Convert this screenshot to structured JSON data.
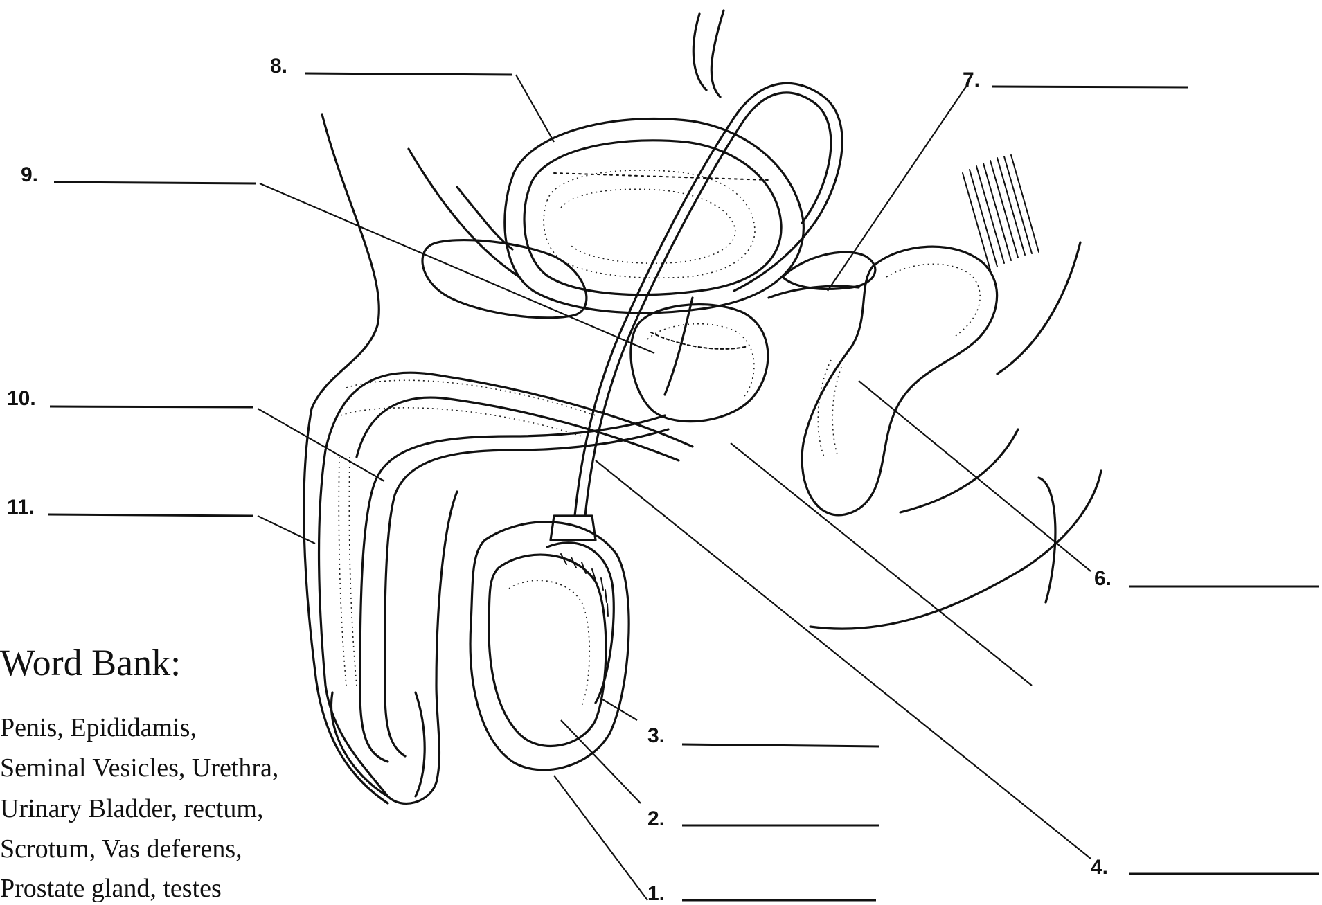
{
  "labels": [
    {
      "number": "1.",
      "answer": ""
    },
    {
      "number": "2.",
      "answer": ""
    },
    {
      "number": "3.",
      "answer": ""
    },
    {
      "number": "4.",
      "answer": ""
    },
    {
      "number": "6.",
      "answer": ""
    },
    {
      "number": "7.",
      "answer": ""
    },
    {
      "number": "8.",
      "answer": ""
    },
    {
      "number": "9.",
      "answer": ""
    },
    {
      "number": "10.",
      "answer": ""
    },
    {
      "number": "11.",
      "answer": ""
    }
  ],
  "word_bank": {
    "title": "Word Bank:",
    "lines": [
      "Penis, Epididamis,",
      "Seminal Vesicles, Urethra,",
      "Urinary Bladder, rectum,",
      "Scrotum, Vas deferens,",
      "Prostate gland, testes"
    ]
  },
  "colors": {
    "ink": "#111111",
    "paper": "#ffffff"
  }
}
